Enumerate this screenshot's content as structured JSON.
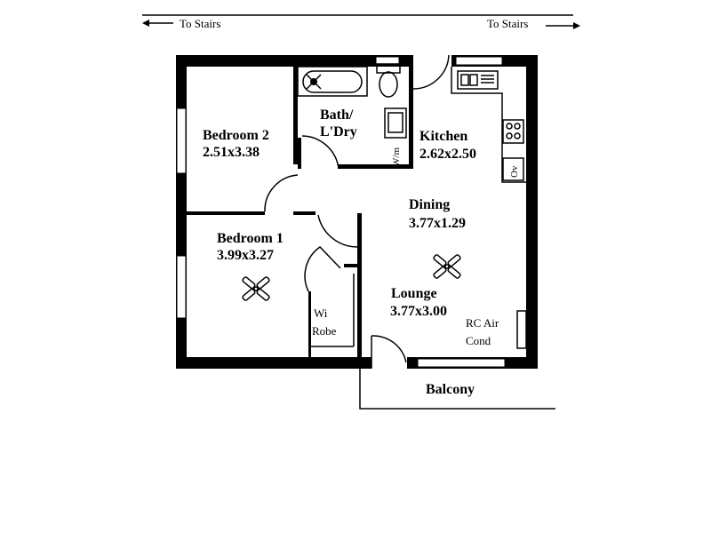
{
  "plan": {
    "stairs_left": "To Stairs",
    "stairs_right": "To Stairs",
    "rooms": {
      "bedroom2": {
        "name": "Bedroom 2",
        "size": "2.51x3.38"
      },
      "bath": {
        "name_line1": "Bath/",
        "name_line2": "L'Dry"
      },
      "kitchen": {
        "name": "Kitchen",
        "size": "2.62x2.50"
      },
      "dining": {
        "name": "Dining",
        "size": "3.77x1.29"
      },
      "bedroom1": {
        "name": "Bedroom 1",
        "size": "3.99x3.27"
      },
      "lounge": {
        "name": "Lounge",
        "size": "3.77x3.00"
      },
      "robe": {
        "line1": "Wi",
        "line2": "Robe"
      },
      "balcony": {
        "name": "Balcony"
      }
    },
    "fixtures": {
      "washing_machine": "W/m",
      "oven": "Ov",
      "aircon_line1": "RC Air",
      "aircon_line2": "Cond"
    }
  }
}
